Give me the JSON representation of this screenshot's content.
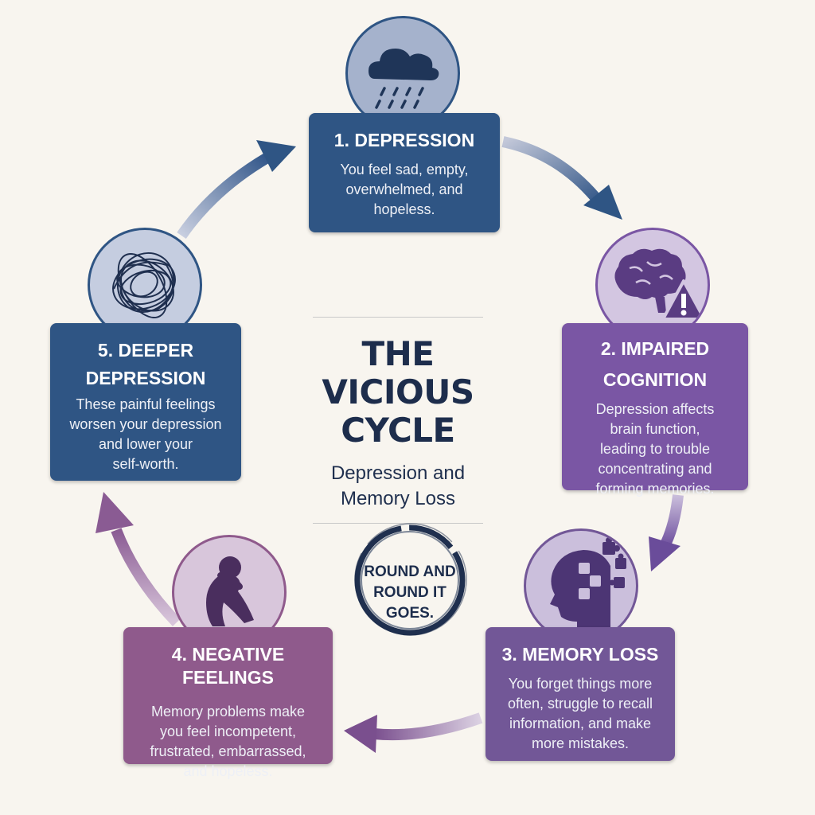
{
  "center": {
    "title_line1": "THE VICIOUS",
    "title_line2": "CYCLE",
    "subtitle_line1": "Depression and",
    "subtitle_line2": "Memory Loss"
  },
  "badge": {
    "line1": "ROUND AND",
    "line2": "ROUND IT",
    "line3": "GOES."
  },
  "steps": [
    {
      "title_lines": [
        "1. DEPRESSION"
      ],
      "desc_lines": [
        "You feel sad, empty,",
        "overwhelmed, and",
        "hopeless."
      ],
      "icon": "rain-cloud-icon",
      "color": "#2f5584"
    },
    {
      "title_lines": [
        "2. IMPAIRED",
        "COGNITION"
      ],
      "desc_lines": [
        "Depression affects",
        "brain function,",
        "leading to trouble",
        "concentrating and",
        "forming memories."
      ],
      "icon": "brain-warning-icon",
      "color": "#7a56a4"
    },
    {
      "title_lines": [
        "3. MEMORY LOSS"
      ],
      "desc_lines": [
        "You forget things more",
        "often, struggle to recall",
        "information, and make",
        "more mistakes."
      ],
      "icon": "head-puzzle-icon",
      "color": "#725797"
    },
    {
      "title_lines": [
        "4. NEGATIVE FEELINGS"
      ],
      "desc_lines": [
        "Memory problems make",
        "you feel incompetent,",
        "frustrated, embarrassed,",
        "and hopeless."
      ],
      "icon": "sad-person-icon",
      "color": "#8f5a8c"
    },
    {
      "title_lines": [
        "5. DEEPER",
        "DEPRESSION"
      ],
      "desc_lines": [
        "These painful feelings",
        "worsen your depression",
        "and lower your",
        "self-worth."
      ],
      "icon": "tangled-scribble-icon",
      "color": "#2f5584"
    }
  ]
}
